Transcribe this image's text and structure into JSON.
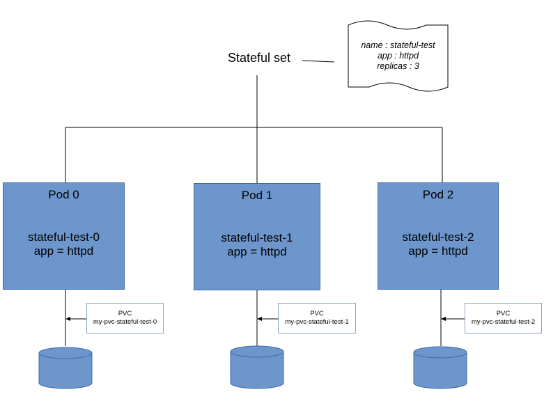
{
  "statefulset": {
    "title": "Stateful set",
    "spec": {
      "name_line": "name : stateful-test",
      "app_line": "app : httpd",
      "replicas_line": "replicas : 3"
    }
  },
  "pods": [
    {
      "title": "Pod 0",
      "name": "stateful-test-0",
      "label": "app = httpd",
      "pvc_label": "PVC",
      "pvc_name": "my-pvc-stateful-test-0"
    },
    {
      "title": "Pod 1",
      "name": "stateful-test-1",
      "label": "app = httpd",
      "pvc_label": "PVC",
      "pvc_name": "my-pvc-stateful-test-1"
    },
    {
      "title": "Pod 2",
      "name": "stateful-test-2",
      "label": "app = httpd",
      "pvc_label": "PVC",
      "pvc_name": "my-pvc-stateful-test-2"
    }
  ],
  "colors": {
    "pod_fill": "#6d96cc",
    "pod_border": "#3e6aa6",
    "volume_fill": "#6d96cc",
    "volume_stroke": "#3e6aa6",
    "connector": "#000000"
  }
}
